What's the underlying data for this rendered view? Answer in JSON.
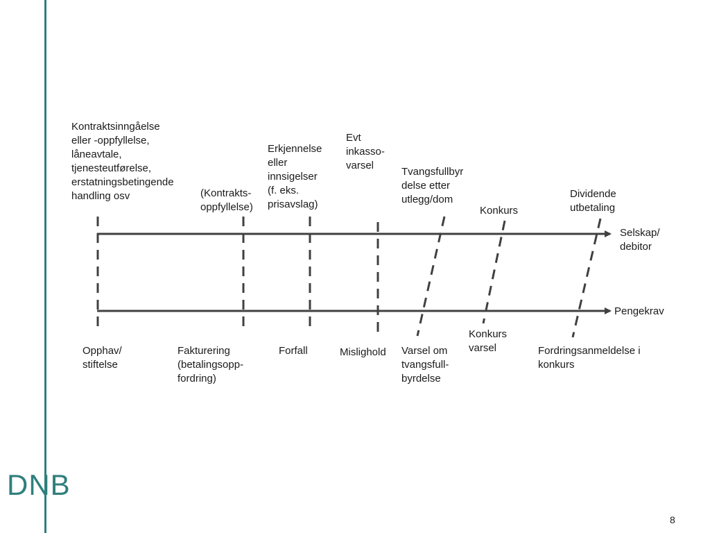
{
  "brand": {
    "logo_text": "DNB",
    "accent_color": "#2f7f7d"
  },
  "page_number": "8",
  "axes": {
    "top_label": "Selskap/\ndebitor",
    "bottom_label": "Pengekrav"
  },
  "top_labels": {
    "kontrakt": "Kontraktsinngåelse\neller -oppfyllelse,\nlåneavtale,\ntjenesteutførelse,\nerstatningsbetingende\nhandling osv",
    "kontrakts_oppfyllelse": "(Kontrakts-\noppfyllelse)",
    "erkjennelse": "Erkjennelse\neller\ninnsigelser\n(f. eks.\nprisavslag)",
    "inkasso": "Evt\ninkasso-\nvarsel",
    "tvangsfullbyrdelse": "Tvangsfullbyr\ndelse etter\nutlegg/dom",
    "konkurs": "Konkurs",
    "dividende": "Dividende\nutbetaling"
  },
  "bottom_labels": {
    "opphav": "Opphav/\nstiftelse",
    "fakturering": "Fakturering\n(betalingsopp-\nfordring)",
    "forfall": "Forfall",
    "mislighold": "Mislighold",
    "varsel_tvang": "Varsel om\ntvangsfull-\nbyrdelse",
    "konkurs_varsel": "Konkurs\nvarsel",
    "fordringsanmeldelse": "Fordringsanmeldelse i\nkonkurs"
  }
}
